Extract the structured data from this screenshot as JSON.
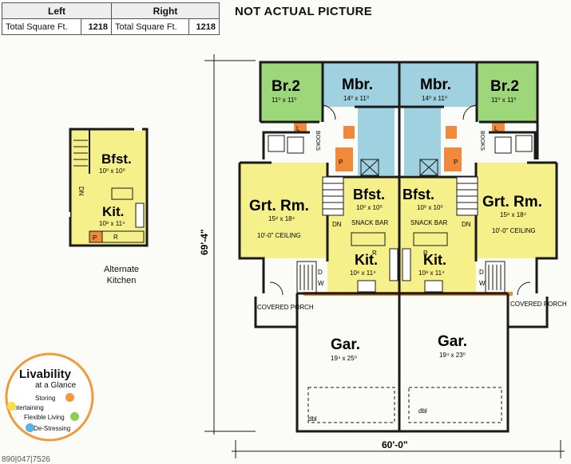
{
  "sqft": {
    "left_header": "Left",
    "right_header": "Right",
    "left_label": "Total Square Ft.",
    "left_value": "1218",
    "right_label": "Total Square Ft.",
    "right_value": "1218"
  },
  "notice": "NOT ACTUAL PICTURE",
  "rooms": {
    "br2": "Br.2",
    "br2_dim": "11⁰ x 11⁰",
    "mbr": "Mbr.",
    "mbr_dim": "14⁰ x 11⁰",
    "grt": "Grt. Rm.",
    "grt_dim": "15⁸ x 18⁴",
    "ceiling": "10'-0\" CEILING",
    "bfst": "Bfst.",
    "bfst_dim": "10⁰ x 10⁰",
    "snack": "SNACK BAR",
    "kit": "Kit.",
    "kit_dim": "10⁸ x 11⁴",
    "gar": "Gar.",
    "gar_dim_left": "19⁴ x 25⁰",
    "gar_dim_right": "19⁴ x 23⁰",
    "porch": "COVERED PORCH",
    "books": "BOOKS",
    "dn": "DN",
    "l": "L",
    "p": "P",
    "r": "R",
    "w": "W",
    "d": "D",
    "dbl": "dbl"
  },
  "dimensions": {
    "depth": "69'-4\"",
    "width": "60'-0\""
  },
  "alternate": {
    "bfst": "Bfst.",
    "bfst_dim": "10⁰ x 10⁰",
    "kit": "Kit.",
    "kit_dim": "10⁸ x 11⁴",
    "dn": "DN",
    "p": "P",
    "r": "R",
    "caption_line1": "Alternate",
    "caption_line2": "Kitchen"
  },
  "livability": {
    "title": "Livability",
    "subtitle": "at a Glance",
    "items": [
      "Storing",
      "Entertaining",
      "Flexible Living",
      "De-Stressing"
    ],
    "colors": {
      "storing": "#f29a3a",
      "entertaining": "#f5e04a",
      "flexible": "#8fcc5a",
      "destressing": "#5ab3e6"
    }
  },
  "footer_code": "890|047|7526",
  "colors": {
    "green": "#9ed67a",
    "blue": "#9fd1e0",
    "yellow": "#f5f08a",
    "orange": "#f08a3a",
    "wall": "#1a1a1a"
  }
}
